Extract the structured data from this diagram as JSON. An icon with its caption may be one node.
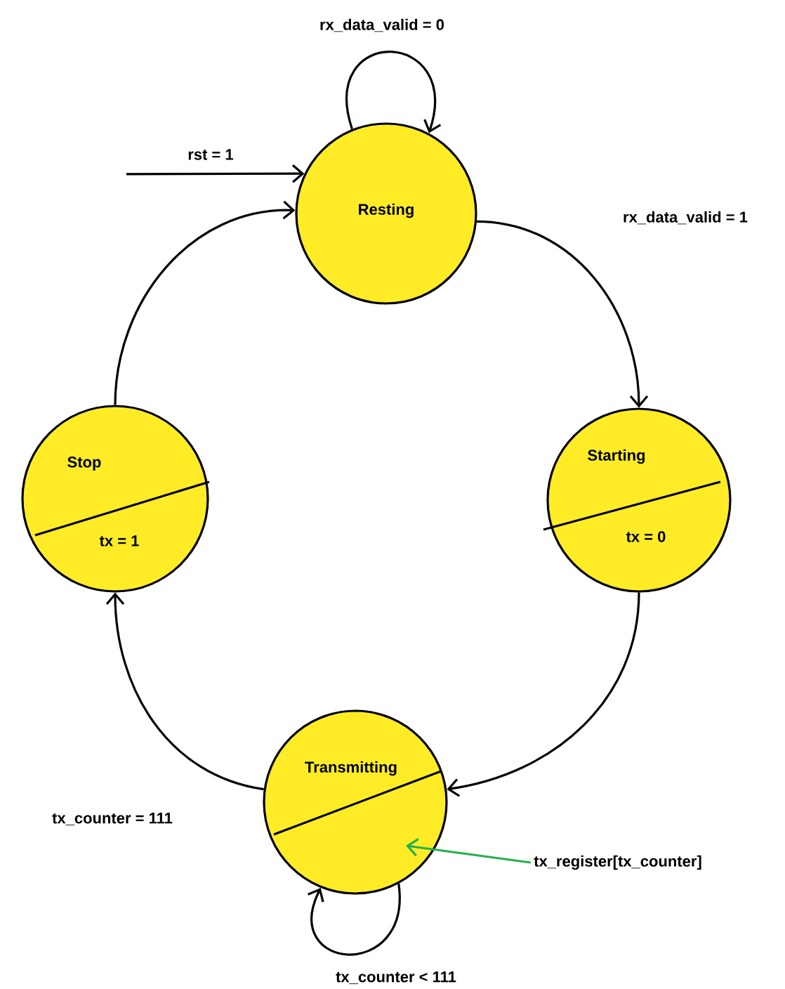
{
  "diagram": {
    "nodes": [
      {
        "text": [
          "Resting"
        ]
      },
      {
        "text": [
          "Starting",
          "tx = 0"
        ]
      },
      {
        "text": [
          "Transmitting"
        ]
      },
      {
        "text": [
          "Stop",
          "tx = 1"
        ]
      },
      {
        "text": [
          "tx_register[tx_counter]"
        ]
      }
    ],
    "edges": [
      {
        "from": null,
        "to": 0,
        "arrow": "to",
        "label": "rst = 1"
      },
      {
        "from": 0,
        "to": 0,
        "arrow": "to",
        "label": "rx_data_valid = 0"
      },
      {
        "from": 0,
        "to": 1,
        "arrow": "to",
        "label": "rx_data_valid = 1"
      },
      {
        "from": 1,
        "to": 2,
        "arrow": "to"
      },
      {
        "from": 2,
        "to": 2,
        "arrow": "to",
        "label": "tx_counter < 111"
      },
      {
        "from": 2,
        "to": 3,
        "arrow": "to",
        "label": "tx_counter = 111"
      },
      {
        "from": 3,
        "to": 0,
        "arrow": "to"
      },
      {
        "from": 4,
        "to": 2,
        "arrow": "to",
        "color": "#22b14c"
      }
    ]
  }
}
